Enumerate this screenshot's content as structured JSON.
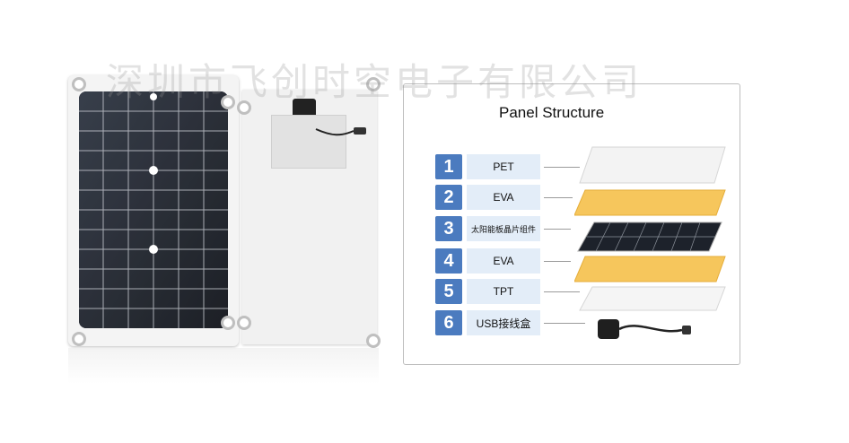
{
  "watermark": "深圳市飞创时空电子有限公司",
  "diagram": {
    "title": "Panel Structure",
    "layers": [
      {
        "number": "1",
        "name": "PET"
      },
      {
        "number": "2",
        "name": "EVA"
      },
      {
        "number": "3",
        "name": "太阳能板晶片组件"
      },
      {
        "number": "4",
        "name": "EVA"
      },
      {
        "number": "5",
        "name": "TPT"
      },
      {
        "number": "6",
        "name": "USB接线盒"
      }
    ]
  },
  "colors": {
    "number_badge": "#4b7bbf",
    "name_badge": "#e3edf8",
    "eva_layer": "#f6c65c",
    "pet_layer": "#f3f3f3",
    "cell_dark": "#1b1f27"
  }
}
